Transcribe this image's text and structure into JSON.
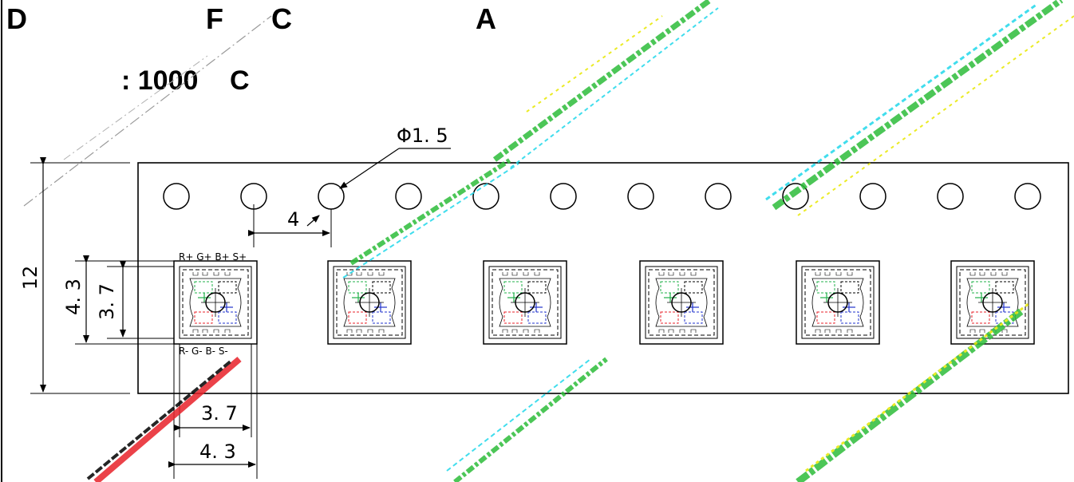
{
  "header": {
    "letter_d": "D",
    "letter_f": "F",
    "letter_c": "C",
    "letter_a": "A"
  },
  "subheader": {
    "qty": ": 1000",
    "unit": "C"
  },
  "dimensions": {
    "hole_diameter": "Φ1. 5",
    "hole_pitch": "4",
    "tape_width": "12",
    "outer_height": "4. 3",
    "inner_height": "3. 7",
    "inner_width": "3. 7",
    "outer_width": "4. 3"
  },
  "pins": {
    "top": "R+ G+ B+ S+",
    "bottom": "R- G- B- S-"
  },
  "colors": {
    "line": "#000000",
    "pad_red": "#e8222a",
    "pad_green": "#21b04a",
    "pad_blue": "#2233cc",
    "watermark_green": "#2dbd3a",
    "watermark_cyan": "#20d8ea",
    "watermark_yellow": "#e8e800"
  }
}
